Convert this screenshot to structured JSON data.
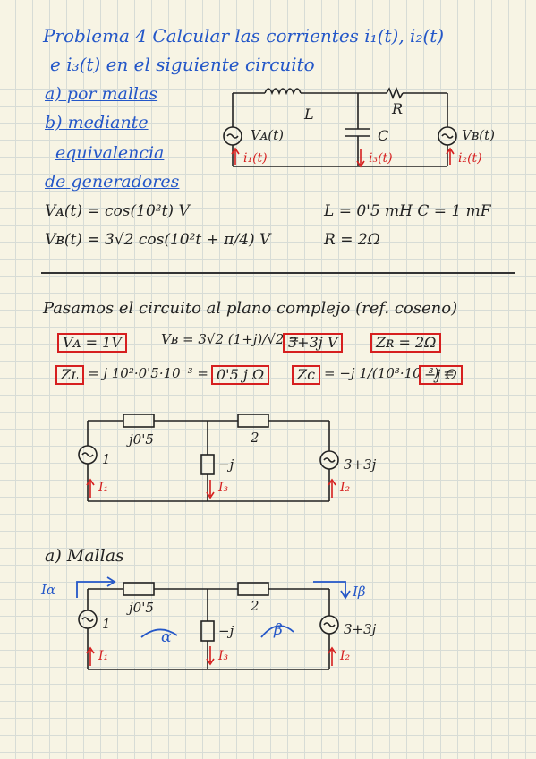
{
  "header": {
    "title_line1": "Problema 4  Calcular las corrientes i₁(t), i₂(t)",
    "title_line2": "e i₃(t) en el siguiente circuito",
    "items": [
      "a) por mallas",
      "b) mediante",
      "equivalencia",
      "de generadores"
    ]
  },
  "givens": {
    "va": "Vᴀ(t) = cos(10²t) V",
    "vb": "Vʙ(t) = 3√2 cos(10²t + π/4) V",
    "lc": "L = 0'5 mH   C = 1 mF",
    "r": "R = 2Ω"
  },
  "circuit1": {
    "L": "L",
    "R": "R",
    "C": "C",
    "va": "Vᴀ(t)",
    "vb": "Vʙ(t)",
    "i1": "i₁(t)",
    "i3": "i₃(t)",
    "i2": "i₂(t)"
  },
  "section2": {
    "heading": "Pasamos el circuito al plano complejo (ref. coseno)",
    "va_box": "Vᴀ = 1V",
    "vb_lhs": "Vʙ = 3√2 (1+j)/√2 =",
    "vb_box": "3+3j V",
    "zr_box": "Zʀ = 2Ω",
    "zl_lhs": "Zʟ",
    "zl_mid": "= j 10²·0'5·10⁻³ =",
    "zl_box": "0'5 j Ω",
    "zc_lhs": "Zᴄ",
    "zc_mid": "= −j 1/(10³·10⁻³) =",
    "zc_box": "−j Ω"
  },
  "circuit2": {
    "zl": "j0'5",
    "zr": "2",
    "zc": "−j",
    "src_a": "1",
    "src_b": "3+3j",
    "i1": "I₁",
    "i3": "I₃",
    "i2": "I₂"
  },
  "section3": {
    "heading": "a) Mallas",
    "ia": "Iα",
    "ib": "Iβ",
    "mesh_a": "α",
    "mesh_b": "β"
  },
  "circuit3": {
    "zl": "j0'5",
    "zr": "2",
    "zc": "−j",
    "src_a": "1",
    "src_b": "3+3j",
    "i1": "I₁",
    "i3": "I₃",
    "i2": "I₂"
  }
}
